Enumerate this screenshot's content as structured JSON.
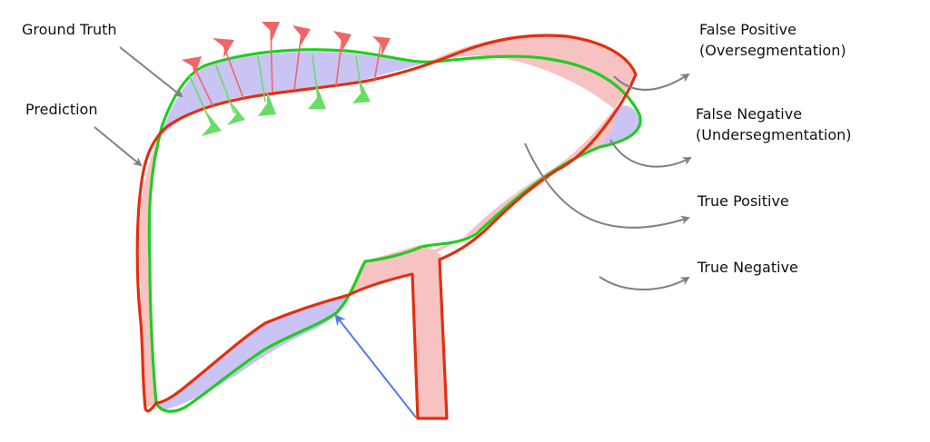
{
  "labels": {
    "ground_truth": "Ground Truth",
    "prediction": "Prediction"
  },
  "legend": {
    "false_positive": [
      "False Positive",
      "(Oversegmentation)"
    ],
    "false_negative": [
      "False Negative",
      "(Undersegmentation)"
    ],
    "true_positive": "True Positive",
    "true_negative": "True Negative"
  },
  "colors": {
    "ground_truth_stroke": "#22cc22",
    "prediction_stroke": "#e03010",
    "false_positive_fill": "#f7c2c2",
    "false_negative_fill": "#c9c4f3",
    "pointer_arrow": "#808080",
    "blue_arrow": "#5577ee",
    "red_arrowhead": "#f06565",
    "green_arrowhead": "#66dd66"
  }
}
